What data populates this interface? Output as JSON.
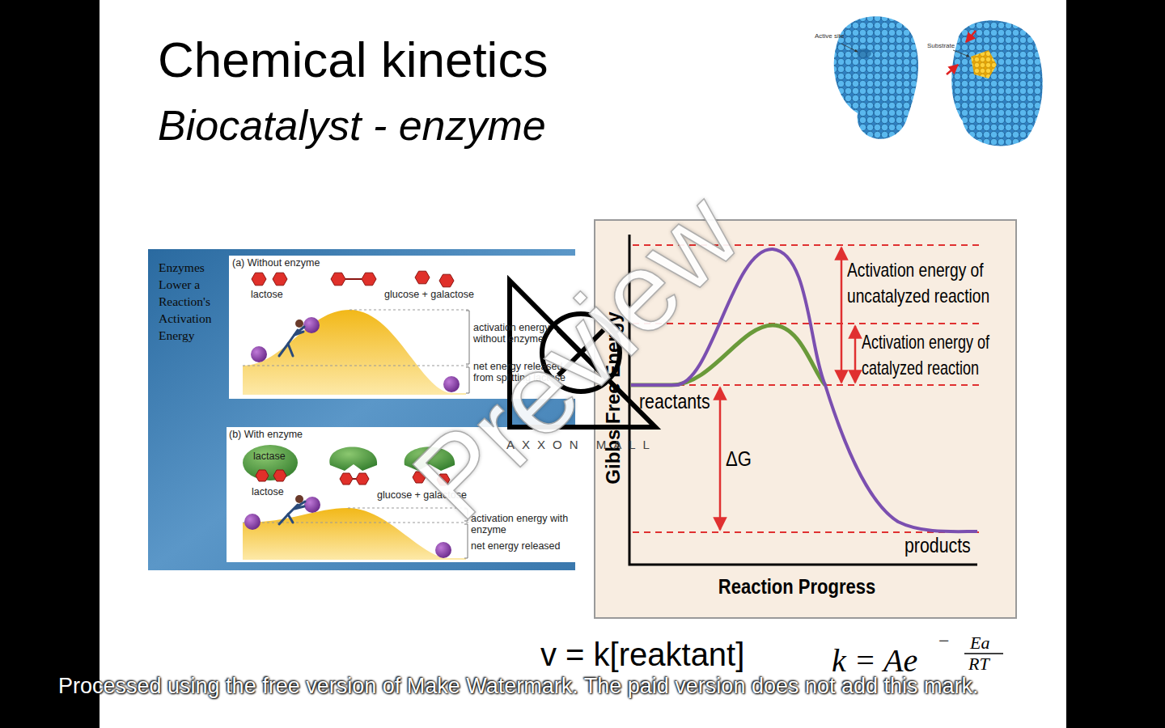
{
  "diagram": {
    "title": "Chemical kinetics",
    "nodes": [
      {
        "text": [
          "Enzymes Lower a Reaction's Activation Energy"
        ]
      },
      {
        "text": [
          "(a) Without enzyme",
          "lactose",
          "glucose + galactose",
          "activation energy without enzyme",
          "net energy released from splitting lactose"
        ],
        "in": 0
      },
      {
        "text": [
          "(b) With enzyme",
          "lactase",
          "lactose",
          "glucose + galactose",
          "activation energy with enzyme",
          "net energy released"
        ],
        "in": 0
      },
      {
        "text": [
          "Gibbs Free Energy",
          "Activation energy of uncatalyzed reaction",
          "Activation energy of catalyzed reaction",
          "reactants",
          "ΔG",
          "products",
          "Reaction Progress"
        ]
      }
    ],
    "labels": [
      "Biocatalyst - enzyme",
      "Active site",
      "Substrate",
      "Preview",
      "AXXON MALL",
      "v = k[reaktant]",
      "k = Ae",
      "−",
      "Ea",
      "RT",
      "Processed using the free version of Make Watermark. The paid version does not add this mark."
    ]
  }
}
